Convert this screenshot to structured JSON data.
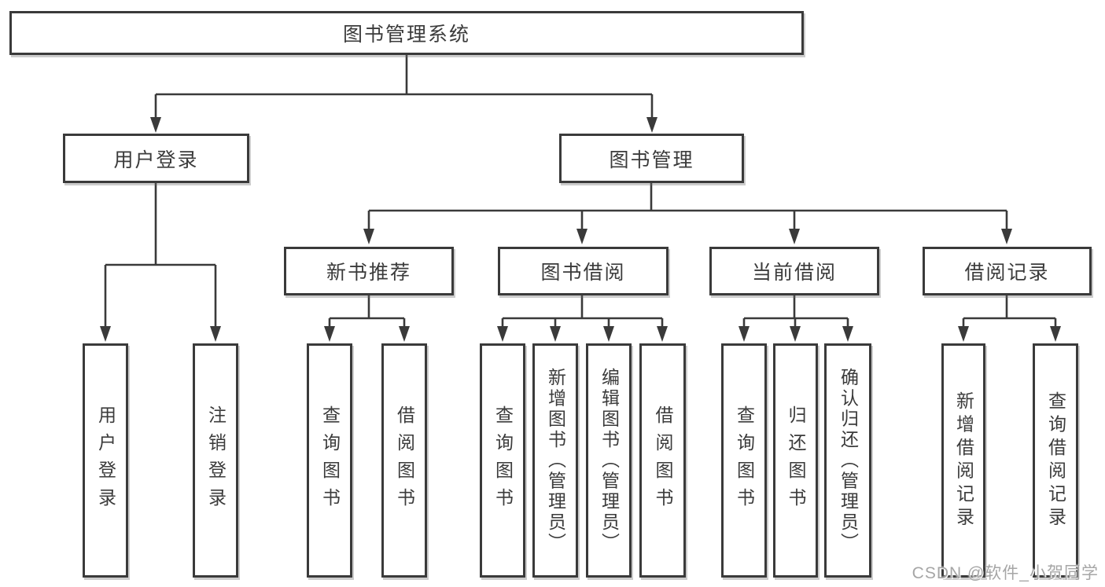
{
  "diagram": {
    "root": "图书管理系统",
    "level2": {
      "user_login": "用户登录",
      "book_mgmt": "图书管理"
    },
    "level3": {
      "new_books": "新书推荐",
      "book_borrow": "图书借阅",
      "current_borrow": "当前借阅",
      "borrow_records": "借阅记录"
    },
    "leaves": {
      "user_login": [
        "用户登录",
        "注销登录"
      ],
      "new_books": [
        "查询图书",
        "借阅图书"
      ],
      "book_borrow": [
        "查询图书",
        "新增图书（管理员）",
        "编辑图书（管理员）",
        "借阅图书"
      ],
      "current_borrow": [
        "查询图书",
        "归还图书",
        "确认归还（管理员）"
      ],
      "borrow_records": [
        "新增借阅记录",
        "查询借阅记录"
      ]
    }
  },
  "watermark": "CSDN @软件_小贺同学",
  "colors": {
    "line": "#3a3a3a",
    "box_border": "#3a3a3a",
    "text": "#3b3b3b",
    "watermark": "#a6a6a6",
    "background": "#ffffff"
  }
}
